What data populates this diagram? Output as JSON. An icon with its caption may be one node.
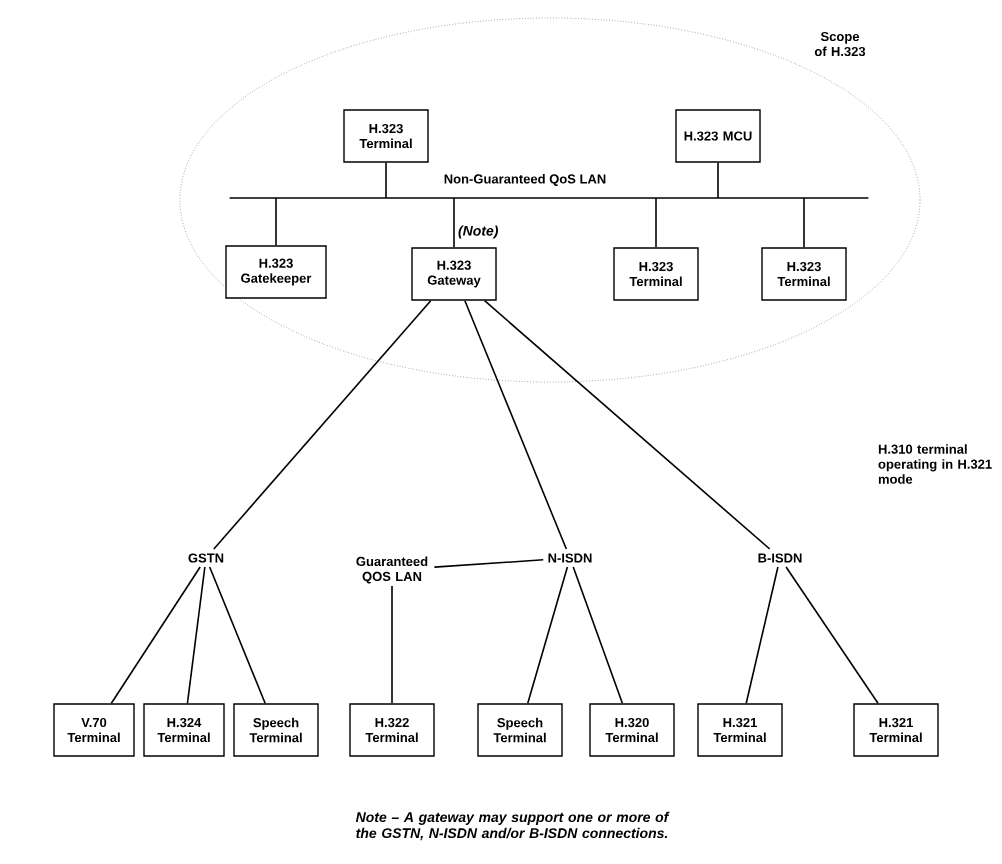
{
  "diagram": {
    "nodes": [
      {
        "text": [
          "Scope of H.323"
        ]
      },
      {
        "text": [
          "H.323 Terminal"
        ],
        "in": 0
      },
      {
        "text": [
          "H.323 MCU"
        ],
        "in": 0
      },
      {
        "text": [
          "Non-Guaranteed QoS LAN"
        ],
        "in": 0
      },
      {
        "text": [
          "H.323 Gatekeeper"
        ],
        "in": 0
      },
      {
        "text": [
          "H.323 Gateway"
        ],
        "in": 0,
        "beside": [
          "(Note)"
        ]
      },
      {
        "text": [
          "H.323 Terminal"
        ],
        "in": 0
      },
      {
        "text": [
          "H.323 Terminal"
        ],
        "in": 0
      },
      {
        "text": [
          "GSTN"
        ]
      },
      {
        "text": [
          "Guaranteed QOS LAN"
        ]
      },
      {
        "text": [
          "N-ISDN"
        ]
      },
      {
        "text": [
          "B-ISDN"
        ]
      },
      {
        "text": [
          "V.70 Terminal"
        ]
      },
      {
        "text": [
          "H.324 Terminal"
        ]
      },
      {
        "text": [
          "Speech Terminal"
        ]
      },
      {
        "text": [
          "H.322 Terminal"
        ]
      },
      {
        "text": [
          "Speech Terminal"
        ]
      },
      {
        "text": [
          "H.320 Terminal"
        ]
      },
      {
        "text": [
          "H.321 Terminal"
        ]
      },
      {
        "text": [
          "H.321 Terminal"
        ]
      }
    ],
    "edges": [
      {
        "from": 1,
        "to": 3,
        "arrow": "none"
      },
      {
        "from": 2,
        "to": 3,
        "arrow": "none"
      },
      {
        "from": 4,
        "to": 3,
        "arrow": "none"
      },
      {
        "from": 5,
        "to": 3,
        "arrow": "none"
      },
      {
        "from": 6,
        "to": 3,
        "arrow": "none"
      },
      {
        "from": 7,
        "to": 3,
        "arrow": "none"
      },
      {
        "from": 5,
        "to": 8,
        "arrow": "none"
      },
      {
        "from": 5,
        "to": 10,
        "arrow": "none"
      },
      {
        "from": 5,
        "to": 11,
        "arrow": "none"
      },
      {
        "from": 9,
        "to": 10,
        "arrow": "none"
      },
      {
        "from": 8,
        "to": 12,
        "arrow": "none"
      },
      {
        "from": 8,
        "to": 13,
        "arrow": "none"
      },
      {
        "from": 8,
        "to": 14,
        "arrow": "none"
      },
      {
        "from": 9,
        "to": 15,
        "arrow": "none"
      },
      {
        "from": 10,
        "to": 16,
        "arrow": "none"
      },
      {
        "from": 10,
        "to": 17,
        "arrow": "none"
      },
      {
        "from": 11,
        "to": 18,
        "arrow": "none"
      },
      {
        "from": 11,
        "to": 19,
        "arrow": "none"
      }
    ],
    "labels": [
      "H.310 terminal operating in H.321 mode"
    ],
    "caption": "Note – A gateway may support one or more of the GSTN, N-ISDN and/or B-ISDN connections."
  }
}
